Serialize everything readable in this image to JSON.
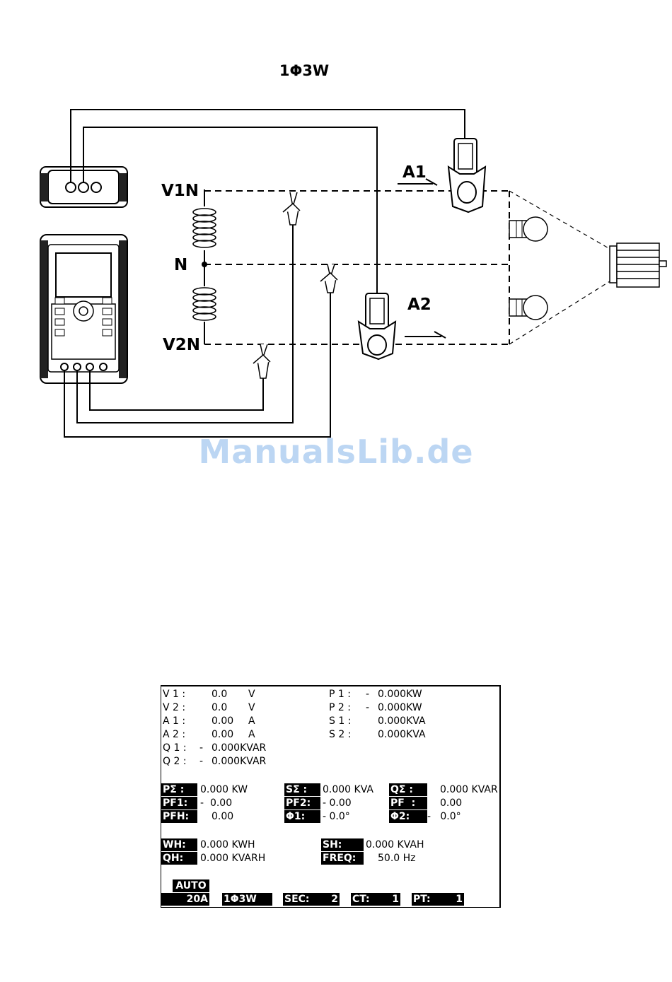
{
  "title": "1Φ3W",
  "labels": {
    "v1n": "V1N",
    "n": "N",
    "v2n": "V2N",
    "a1": "A1",
    "a2": "A2"
  },
  "watermark": "ManualsLib.de",
  "display": {
    "left_rows": [
      {
        "label": "V 1 :",
        "sign": "",
        "value": "0.0",
        "unit": "V"
      },
      {
        "label": "V 2 :",
        "sign": "",
        "value": "0.0",
        "unit": "V"
      },
      {
        "label": "A 1 :",
        "sign": "",
        "value": "0.00",
        "unit": "A"
      },
      {
        "label": "A 2 :",
        "sign": "",
        "value": "0.00",
        "unit": "A"
      },
      {
        "label": "Q 1 :",
        "sign": "-",
        "value": "0.000KVAR",
        "unit": ""
      },
      {
        "label": "Q 2 :",
        "sign": "-",
        "value": "0.000KVAR",
        "unit": ""
      }
    ],
    "right_rows": [
      {
        "label": "P 1 :",
        "sign": "-",
        "value": "0.000KW"
      },
      {
        "label": "P 2 :",
        "sign": "-",
        "value": "0.000KW"
      },
      {
        "label": "S 1 :",
        "sign": "",
        "value": "0.000KVA"
      },
      {
        "label": "S 2 :",
        "sign": "",
        "value": "0.000KVA"
      }
    ],
    "totals": [
      [
        {
          "label": "PΣ :",
          "value": "0.000 KW"
        },
        {
          "label": "SΣ :",
          "value": "0.000 KVA"
        },
        {
          "label": "QΣ :",
          "value": "0.000 KVAR"
        }
      ],
      [
        {
          "label": "PF1:",
          "value": "-  0.00"
        },
        {
          "label": "PF2:",
          "value": "- 0.00"
        },
        {
          "label": "PF  :",
          "value": "0.00"
        }
      ],
      [
        {
          "label": "PFH:",
          "value": "0.00"
        },
        {
          "label": "Φ1:",
          "value": "- 0.0°"
        },
        {
          "label": "Φ2:",
          "value": "-   0.0°"
        }
      ]
    ],
    "energy": [
      [
        {
          "label": "WH:",
          "value": "0.000 KWH"
        },
        {
          "label": "SH:",
          "value": "0.000 KVAH"
        }
      ],
      [
        {
          "label": "QH:",
          "value": "0.000 KVARH"
        },
        {
          "label": "FREQ:",
          "value": "50.0 Hz"
        }
      ]
    ],
    "status": {
      "auto": "AUTO",
      "range": "20A",
      "mode": "1Φ3W",
      "sec_label": "SEC:",
      "sec_value": "2",
      "ct_label": "CT:",
      "ct_value": "1",
      "pt_label": "PT:",
      "pt_value": "1"
    }
  }
}
